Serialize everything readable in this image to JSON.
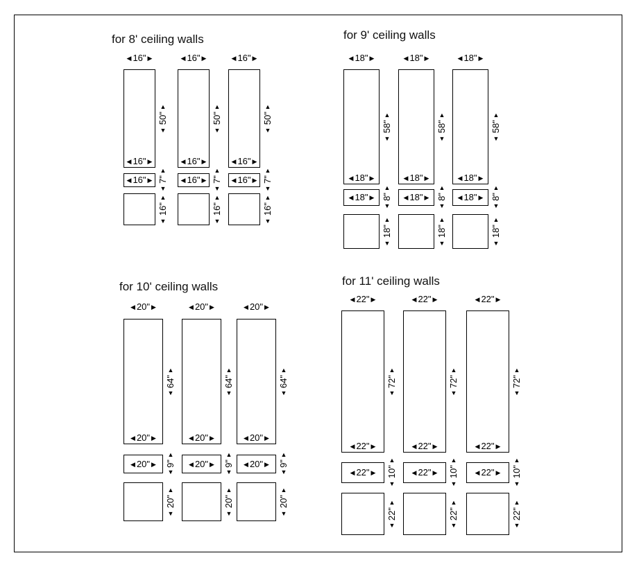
{
  "colors": {
    "line": "#000000",
    "background": "#ffffff"
  },
  "icons": {
    "left_arrow": "left-triangle-arrow-icon",
    "right_arrow": "right-triangle-arrow-icon",
    "up_arrow": "up-triangle-arrow-icon",
    "down_arrow": "down-triangle-arrow-icon"
  },
  "groups": [
    {
      "title": "for 8' ceiling walls",
      "width": "16\"",
      "tall_height": "50\"",
      "mid_width": "16\"",
      "mid_height": "7\"",
      "square": "16\""
    },
    {
      "title": "for 9' ceiling walls",
      "width": "18\"",
      "tall_height": "58\"",
      "mid_width": "18\"",
      "mid_height": "8\"",
      "square": "18\""
    },
    {
      "title": "for 10' ceiling walls",
      "width": "20\"",
      "tall_height": "64\"",
      "mid_width": "20\"",
      "mid_height": "9\"",
      "square": "20\""
    },
    {
      "title": "for 11' ceiling walls",
      "width": "22\"",
      "tall_height": "72\"",
      "mid_width": "22\"",
      "mid_height": "10\"",
      "square": "22\""
    }
  ]
}
